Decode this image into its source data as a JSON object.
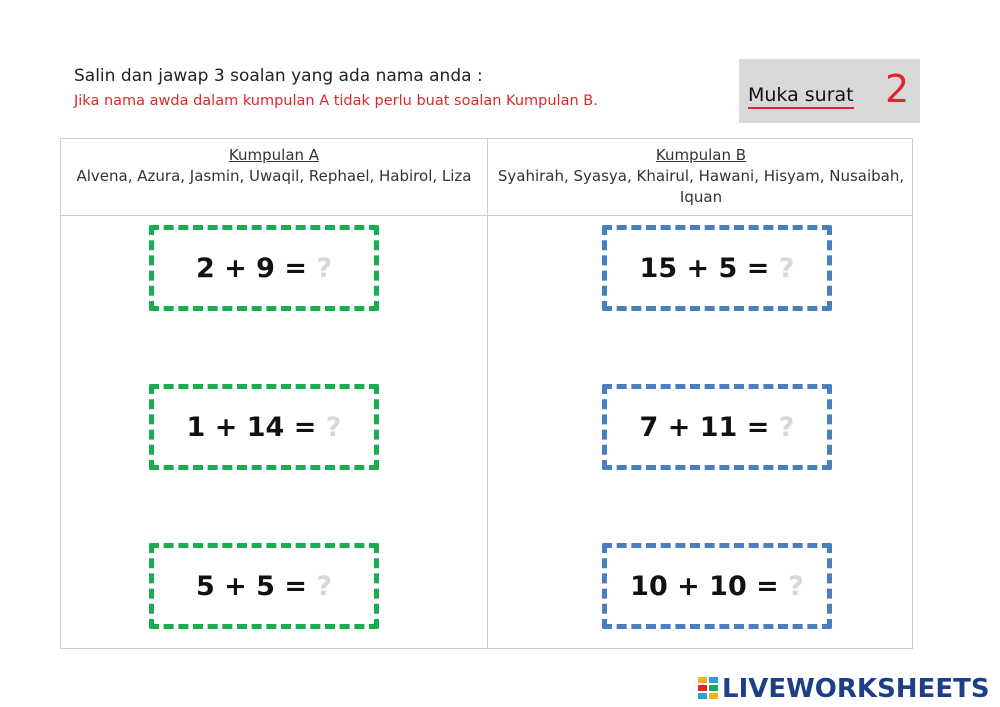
{
  "instructions": {
    "line1": "Salin dan jawap 3 soalan yang ada nama anda :",
    "line2": "Jika nama awda dalam kumpulan A tidak perlu buat soalan Kumpulan B."
  },
  "page_box": {
    "label": "Muka surat",
    "number": "2"
  },
  "groups": [
    {
      "title": "Kumpulan A",
      "names": "Alvena, Azura, Jasmin, Uwaqil, Rephael, Habirol, Liza",
      "questions": [
        "2 + 9 =",
        "1 + 14 =",
        "5 + 5 ="
      ]
    },
    {
      "title": "Kumpulan B",
      "names": "Syahirah, Syasya, Khairul, Hawani, Hisyam, Nusaibah, Iquan",
      "questions": [
        "15 + 5 =",
        "7 + 11 =",
        "10 + 10 ="
      ]
    }
  ],
  "answer_placeholder": "?",
  "colors": {
    "group_a": "#19ad52",
    "group_b": "#4a7fbf",
    "accent": "#e0262b"
  },
  "logo": {
    "text": "LIVEWORKSHEETS",
    "icon": "liveworksheets-logo-icon"
  }
}
